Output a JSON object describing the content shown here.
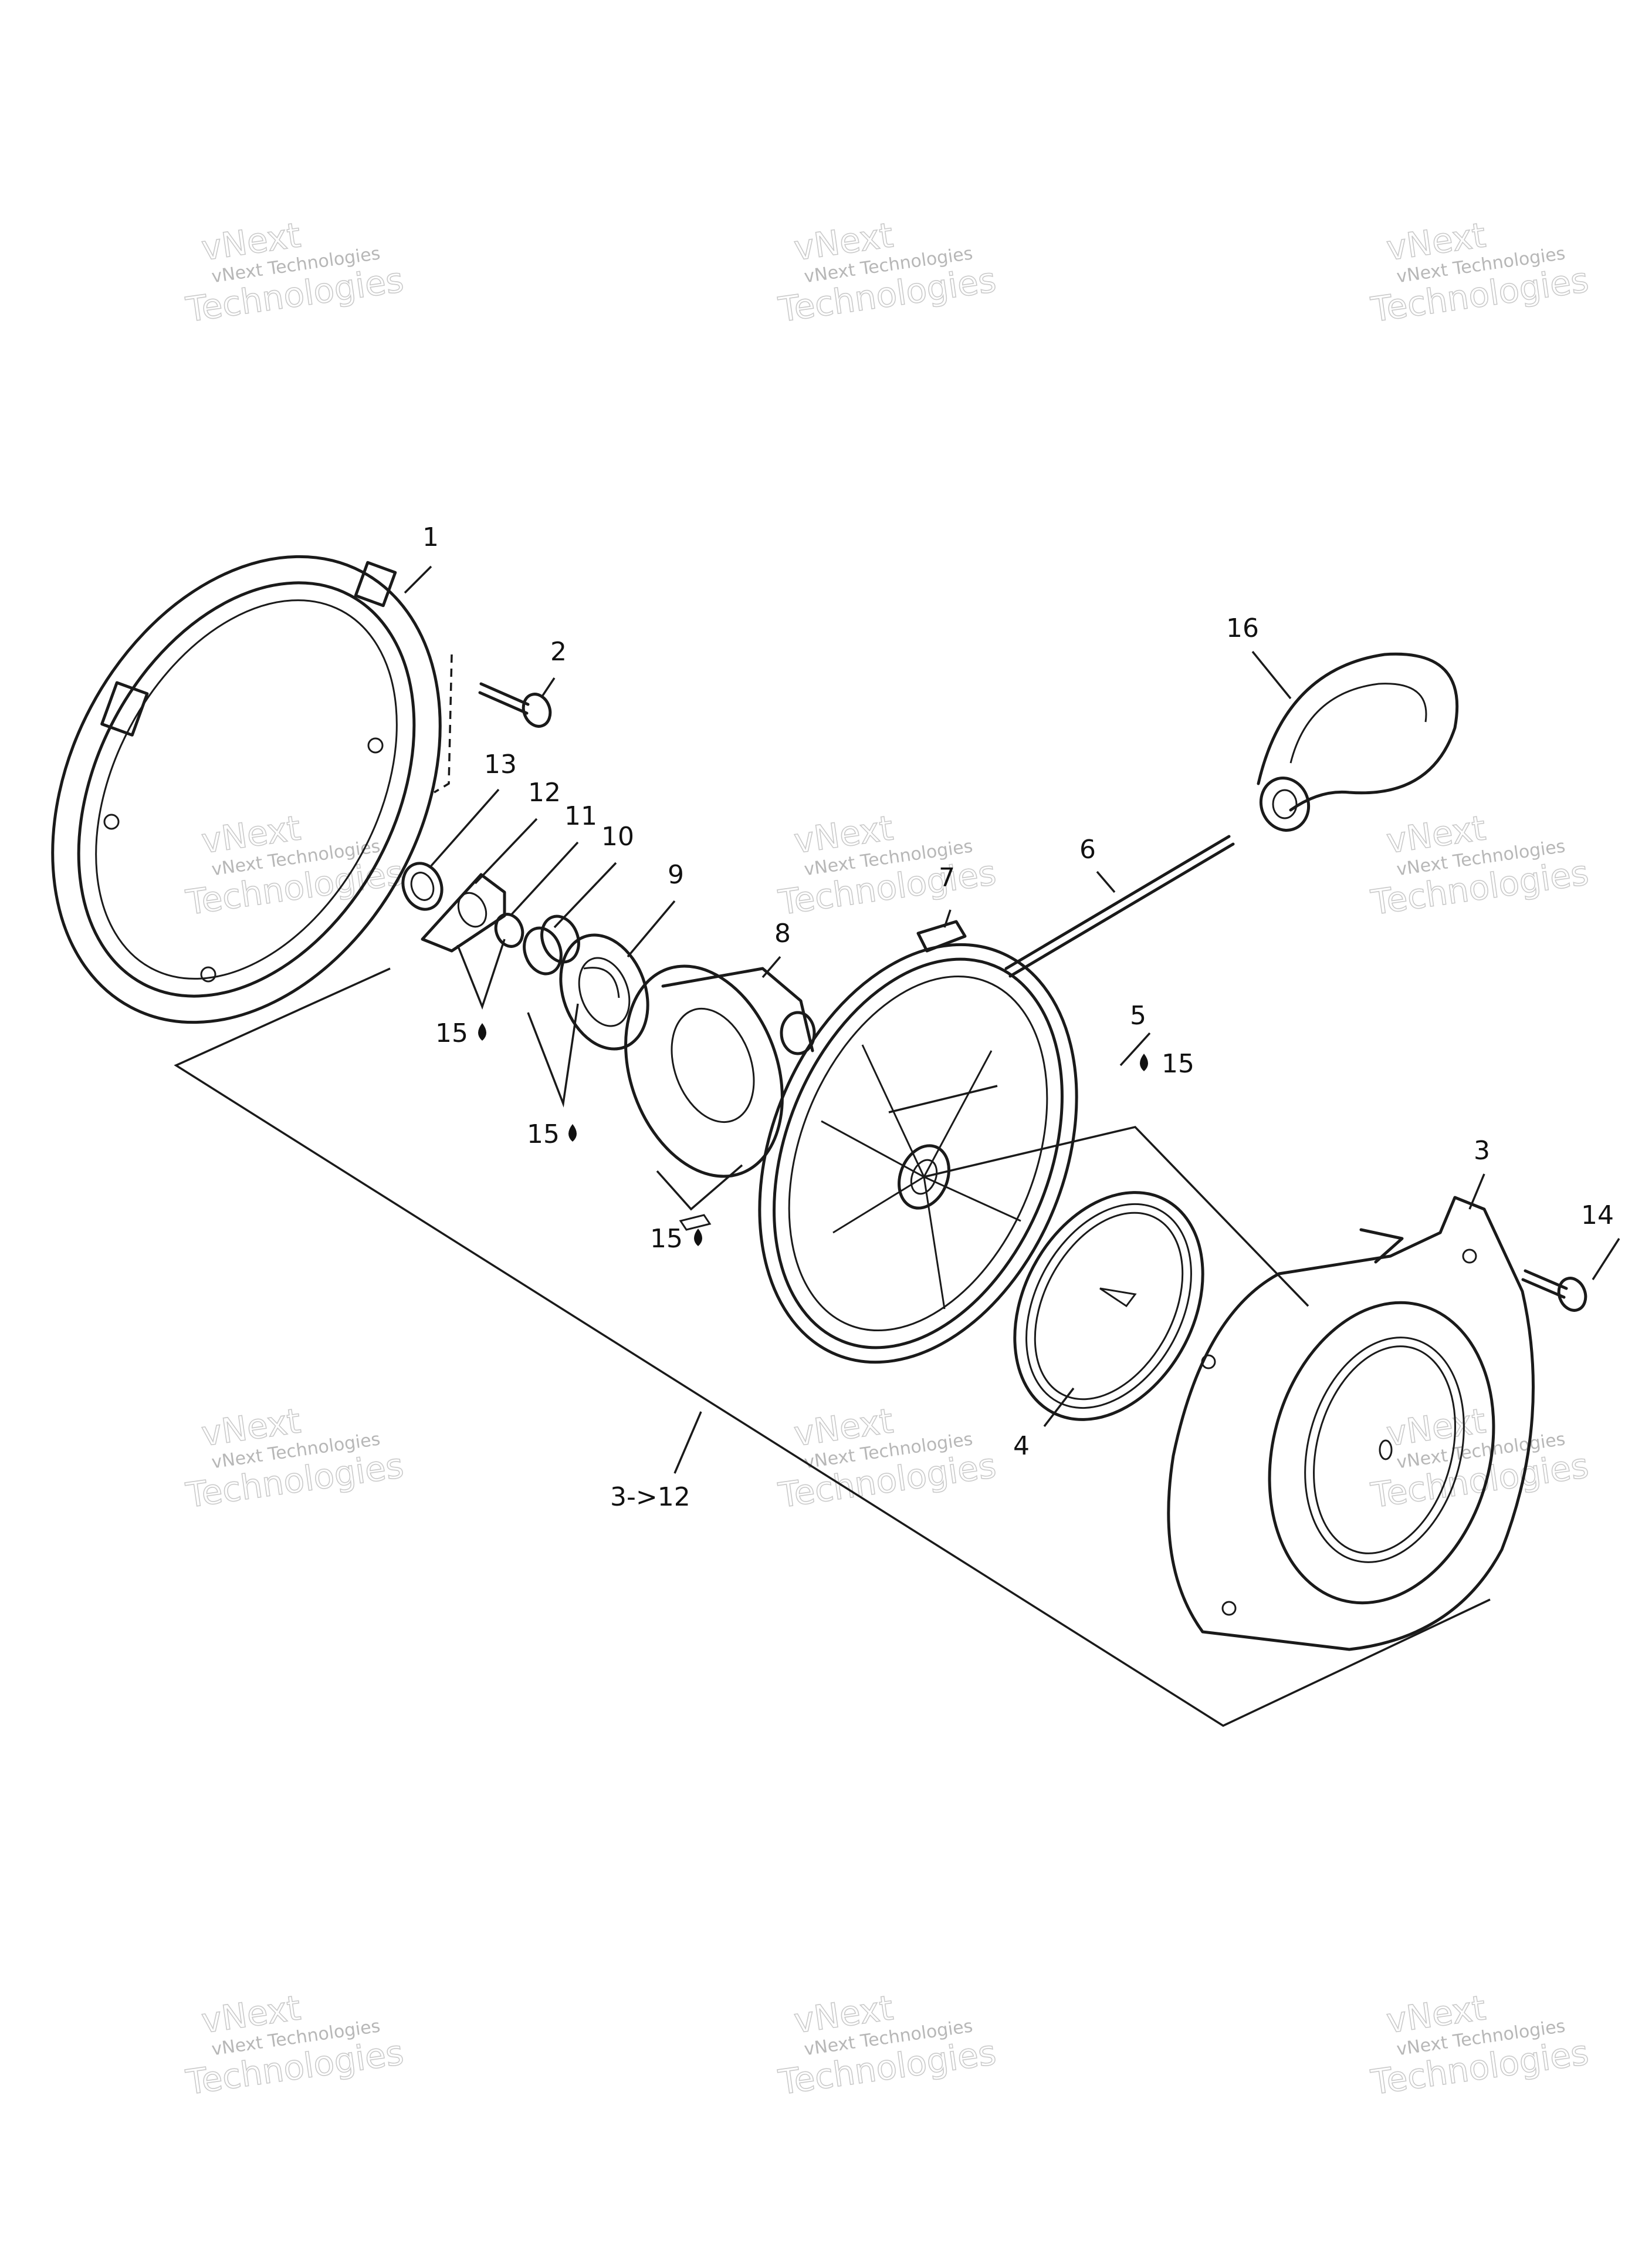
{
  "callouts": [
    {
      "id": "c1",
      "text": "1"
    },
    {
      "id": "c2",
      "text": "2"
    },
    {
      "id": "c3",
      "text": "3"
    },
    {
      "id": "c4",
      "text": "4"
    },
    {
      "id": "c5",
      "text": "5"
    },
    {
      "id": "c6",
      "text": "6"
    },
    {
      "id": "c7",
      "text": "7"
    },
    {
      "id": "c8",
      "text": "8"
    },
    {
      "id": "c9",
      "text": "9"
    },
    {
      "id": "c10",
      "text": "10"
    },
    {
      "id": "c11",
      "text": "11"
    },
    {
      "id": "c12",
      "text": "12"
    },
    {
      "id": "c13",
      "text": "13"
    },
    {
      "id": "c14",
      "text": "14"
    },
    {
      "id": "c16",
      "text": "16"
    },
    {
      "id": "c15a",
      "text": "15"
    },
    {
      "id": "c15b",
      "text": "15"
    },
    {
      "id": "c15c",
      "text": "15"
    },
    {
      "id": "c15d",
      "text": "15"
    },
    {
      "id": "assembly",
      "text": "3->12"
    }
  ],
  "watermark": {
    "line1": "vNext Technologies",
    "line2": "vNext",
    "line3": "Technologies"
  }
}
